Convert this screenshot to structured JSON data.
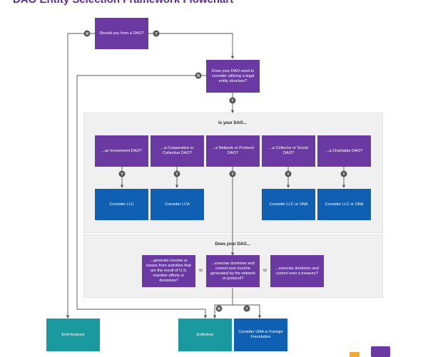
{
  "title": "DAO Entity Selection Framework Flowchart",
  "badges": {
    "yes": "Y",
    "no": "N"
  },
  "nodes": {
    "form_dao": "Should you form a DAO?",
    "legal_entity": "Does your DAO need to consider utilizing a legal entity structure?",
    "end_analysis": "End Analysis",
    "entityless": "Entityless",
    "una_foundation": "Consider UNA or Foreign Foundation"
  },
  "panel_is": {
    "label": "Is your DAO...",
    "questions": [
      "...an Investment DAO?",
      "...a Cooperative or Collective DAO?",
      "...a Network or Protocol DAO?",
      "...a Collector or Social DAO?",
      "...a Charitable DAO?"
    ],
    "results": [
      "Consider LLC",
      "Consider LCA",
      "Consider LLC or UNA",
      "Consider LLC or UNA"
    ]
  },
  "panel_does": {
    "label": "Does your DAO...",
    "options": [
      "...generate income or losses from activities that are the result of U.S. member efforts or decisions?",
      "...exercise dominion and control over income generated by the network or protocol?",
      "...exercise dominion and control over a treasury?"
    ],
    "or_label": "or"
  },
  "colors": {
    "question": "#6a3aa2",
    "result": "#0f5fb3",
    "terminal": "#1a9a9e",
    "panel": "#f0f0f0",
    "line": "#555555"
  },
  "icons": [
    "arrow-icon",
    "badge-yes-icon",
    "badge-no-icon"
  ]
}
